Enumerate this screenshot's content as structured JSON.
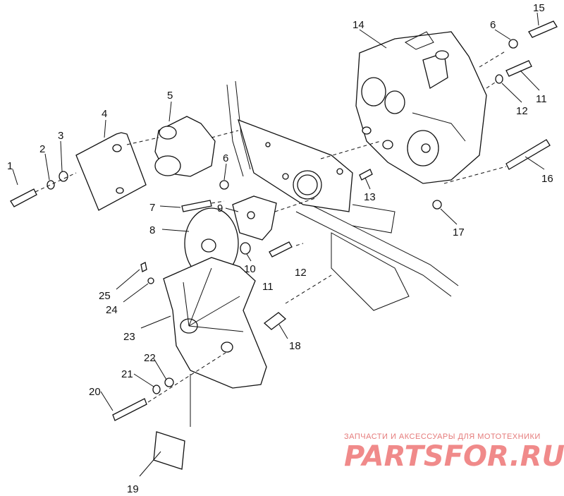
{
  "callouts": [
    {
      "id": "c1",
      "text": "1"
    },
    {
      "id": "c2",
      "text": "2"
    },
    {
      "id": "c3",
      "text": "3"
    },
    {
      "id": "c4",
      "text": "4"
    },
    {
      "id": "c5",
      "text": "5"
    },
    {
      "id": "c6a",
      "text": "6"
    },
    {
      "id": "c6b",
      "text": "6"
    },
    {
      "id": "c7",
      "text": "7"
    },
    {
      "id": "c8",
      "text": "8"
    },
    {
      "id": "c9",
      "text": "9"
    },
    {
      "id": "c10",
      "text": "10"
    },
    {
      "id": "c11a",
      "text": "11"
    },
    {
      "id": "c11b",
      "text": "11"
    },
    {
      "id": "c12a",
      "text": "12"
    },
    {
      "id": "c12b",
      "text": "12"
    },
    {
      "id": "c13",
      "text": "13"
    },
    {
      "id": "c14",
      "text": "14"
    },
    {
      "id": "c15",
      "text": "15"
    },
    {
      "id": "c16",
      "text": "16"
    },
    {
      "id": "c17",
      "text": "17"
    },
    {
      "id": "c18",
      "text": "18"
    },
    {
      "id": "c19",
      "text": "19"
    },
    {
      "id": "c20",
      "text": "20"
    },
    {
      "id": "c21",
      "text": "21"
    },
    {
      "id": "c22",
      "text": "22"
    },
    {
      "id": "c23",
      "text": "23"
    },
    {
      "id": "c24",
      "text": "24"
    },
    {
      "id": "c25",
      "text": "25"
    }
  ],
  "watermark": {
    "tagline": "ЗАПЧАСТИ И АКСЕССУАРЫ ДЛЯ МОТОТЕХНИКИ",
    "logo": "PARTSFOR.RU"
  }
}
